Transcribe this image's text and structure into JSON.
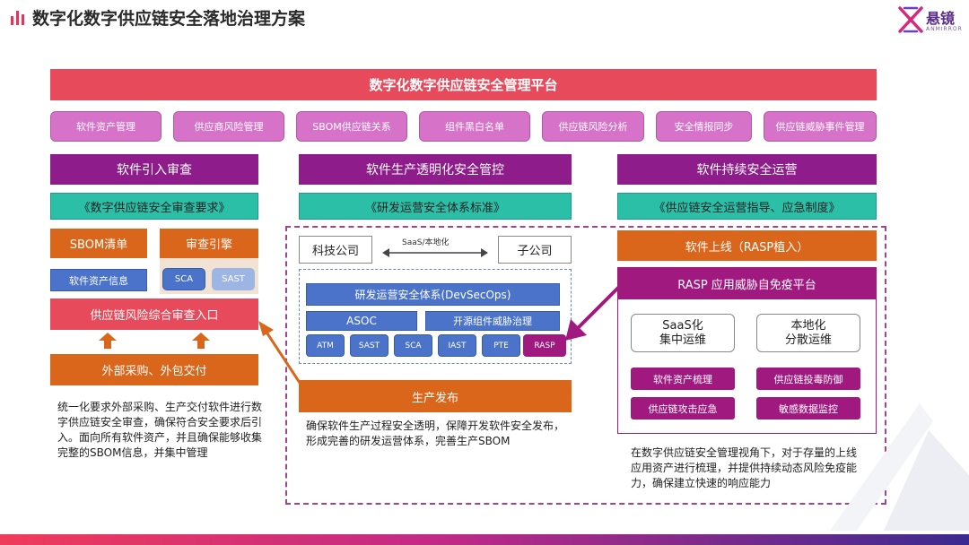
{
  "header": {
    "title": "数字化数字供应链安全落地治理方案",
    "logo_text": "悬镜",
    "logo_sub": "ANMIRROR"
  },
  "platform": {
    "title": "数字化数字供应链安全管理平台",
    "modules": [
      "软件资产管理",
      "供应商风险管理",
      "SBOM供应链关系",
      "组件黑白名单",
      "供应链风险分析",
      "安全情报同步",
      "供应链威胁事件管理"
    ]
  },
  "col1": {
    "header": "软件引入审查",
    "standard": "《数字供应链安全审查要求》",
    "sbom": "SBOM清单",
    "review_engine": "审查引擎",
    "sca": "SCA",
    "sast": "SAST",
    "asset_info": "软件资产信息",
    "entry": "供应链风险综合审查入口",
    "source": "外部采购、外包交付",
    "description": "统一化要求外部采购、生产交付软件进行数字供应链安全审查，确保符合安全要求后引入。面向所有软件资产，并且确保能够收集完整的SBOM信息，并集中管理"
  },
  "col2": {
    "header": "软件生产透明化安全管控",
    "standard": "《研发运营安全体系标准》",
    "tech_company": "科技公司",
    "link_label": "SaaS/本地化",
    "subsidiary": "子公司",
    "devsecops": "研发运营安全体系(DevSecOps)",
    "asoc": "ASOC",
    "oss": "开源组件威胁治理",
    "tools": [
      "ATM",
      "SAST",
      "SCA",
      "IAST",
      "PTE",
      "RASP"
    ],
    "release": "生产发布",
    "description": "确保软件生产过程安全透明，保障开发软件安全发布，形成完善的研发运营体系，完善生产SBOM"
  },
  "col3": {
    "header": "软件持续安全运营",
    "standard": "《供应链安全运营指导、应急制度》",
    "online": "软件上线（RASP植入）",
    "rasp_platform": "RASP 应用威胁自免疫平台",
    "saas_ops_line1": "SaaS化",
    "saas_ops_line2": "集中运维",
    "local_ops_line1": "本地化",
    "local_ops_line2": "分散运维",
    "features": [
      "软件资产梳理",
      "供应链投毒防御",
      "供应链攻击应急",
      "敏感数据监控"
    ],
    "description": "在数字供应链安全管理视角下，对于存量的上线应用资产进行梳理，并提供持续动态风险免疫能力，确保建立快速的响应能力"
  },
  "colors": {
    "pink": "#e74a5b",
    "module": "#d673c8",
    "purple": "#8e1c8a",
    "teal": "#2bbfa8",
    "orange": "#d9661a",
    "blue": "#4a73c9",
    "magenta": "#a0197f"
  }
}
